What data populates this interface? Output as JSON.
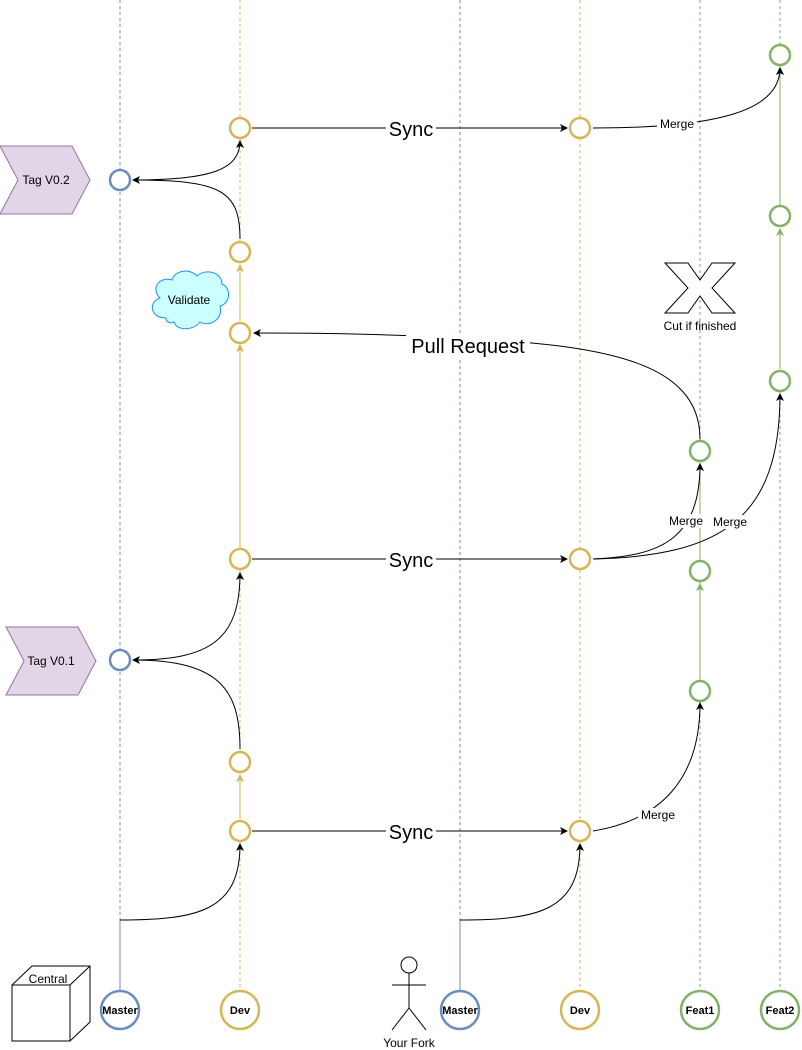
{
  "colors": {
    "master": "#6c8ebf",
    "dev": "#d6b656",
    "feature": "#82b366",
    "tag_fill": "#e1d5e7",
    "tag_stroke": "#9673a6",
    "cloud_fill": "#ccffff",
    "cloud_stroke": "#1e90ff",
    "arrow": "#000000"
  },
  "lanes": {
    "central_master": "Master",
    "central_dev": "Dev",
    "fork_master": "Master",
    "fork_dev": "Dev",
    "feat1": "Feat1",
    "feat2": "Feat2"
  },
  "actors": {
    "central": "Central",
    "your_fork": "Your Fork"
  },
  "tags": {
    "v01": "Tag V0.1",
    "v02": "Tag V0.2"
  },
  "labels": {
    "sync_top": "Sync",
    "sync_middle": "Sync",
    "sync_bottom": "Sync",
    "pull_request": "Pull Request",
    "validate": "Validate",
    "merge_top": "Merge",
    "merge_feat1": "Merge",
    "merge_feat2": "Merge",
    "merge_bottom": "Merge",
    "cut_if_finished": "Cut if finished"
  },
  "icons": {
    "central": "cube-icon",
    "your_fork": "stick-figure-icon",
    "cut": "x-mark-icon"
  }
}
